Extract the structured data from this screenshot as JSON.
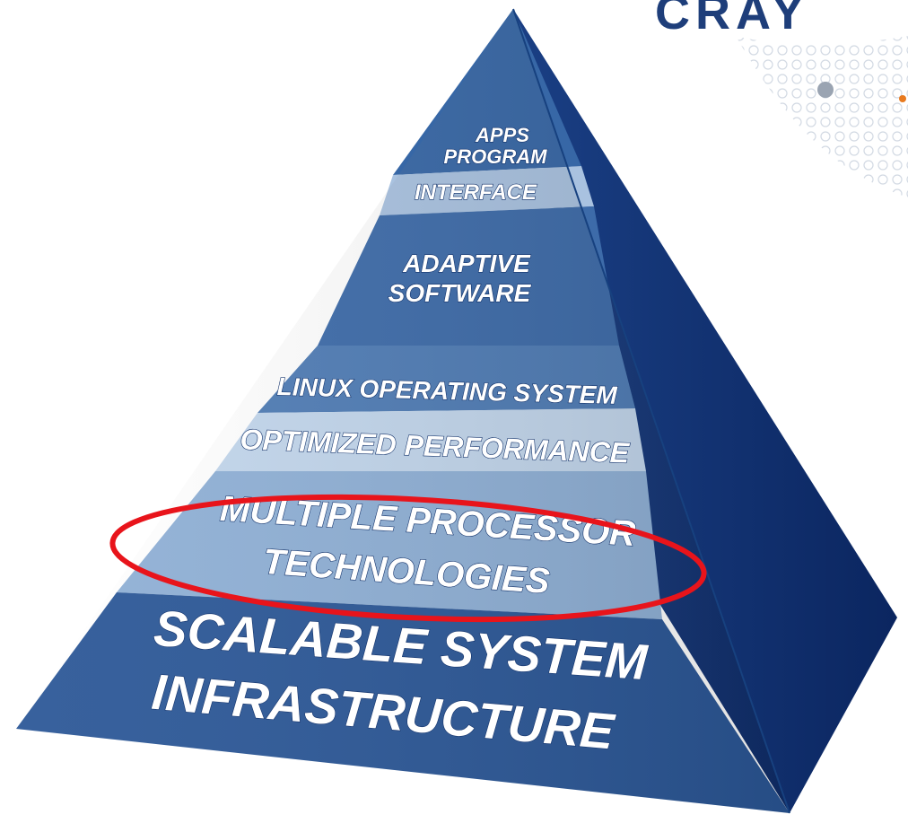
{
  "logo": {
    "text": "CRAY"
  },
  "pyramid": {
    "tiers": [
      {
        "id": "apps",
        "lines": [
          "APPS",
          "PROGRAM"
        ]
      },
      {
        "id": "interface",
        "lines": [
          "INTERFACE"
        ]
      },
      {
        "id": "adaptive",
        "lines": [
          "ADAPTIVE",
          "SOFTWARE"
        ]
      },
      {
        "id": "linux",
        "lines": [
          "LINUX OPERATING SYSTEM"
        ]
      },
      {
        "id": "optimized",
        "lines": [
          "OPTIMIZED PERFORMANCE"
        ]
      },
      {
        "id": "multiple",
        "lines": [
          "MULTIPLE PROCESSOR",
          "TECHNOLOGIES"
        ]
      },
      {
        "id": "scalable",
        "lines": [
          "SCALABLE SYSTEM",
          "INFRASTRUCTURE"
        ]
      }
    ],
    "highlighted_tier": "multiple"
  },
  "colors": {
    "front_dark": "#2d5a94",
    "front_mid": "#4f7bb2",
    "front_light": "#8fb0d6",
    "front_pale": "#c9dbef",
    "side_dark": "#0f2f6c",
    "highlight_ring": "#e8141b"
  }
}
